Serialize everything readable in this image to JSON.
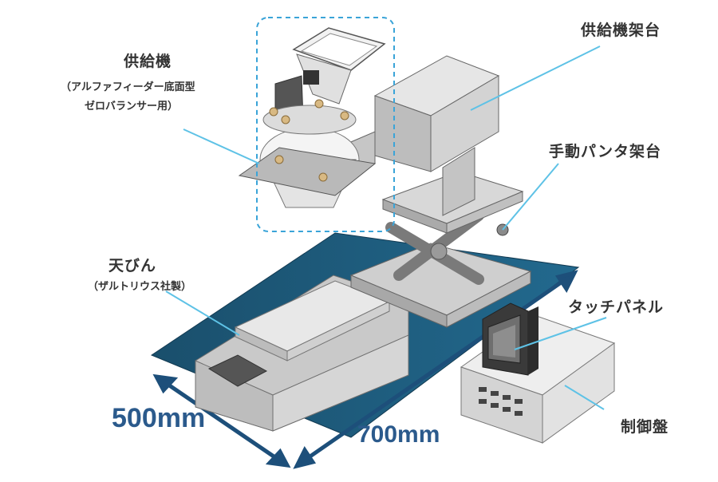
{
  "labels": {
    "feeder": "供給機",
    "feeder_note_1": "（アルファフィーダー底面型",
    "feeder_note_2": "ゼロバランサー用）",
    "feeder_stand": "供給機架台",
    "jack_stand": "手動パンタ架台",
    "balance": "天びん",
    "balance_note": "（ザルトリウス社製）",
    "touch_panel": "タッチパネル",
    "control_panel": "制御盤"
  },
  "dimensions": {
    "width": "500mm",
    "depth": "700mm"
  },
  "colors": {
    "base_plate": "#1f5a78",
    "dimension_text": "#2b5a8c",
    "leader_line": "#5ec2e6",
    "highlight_box": "#3aa4d8"
  }
}
